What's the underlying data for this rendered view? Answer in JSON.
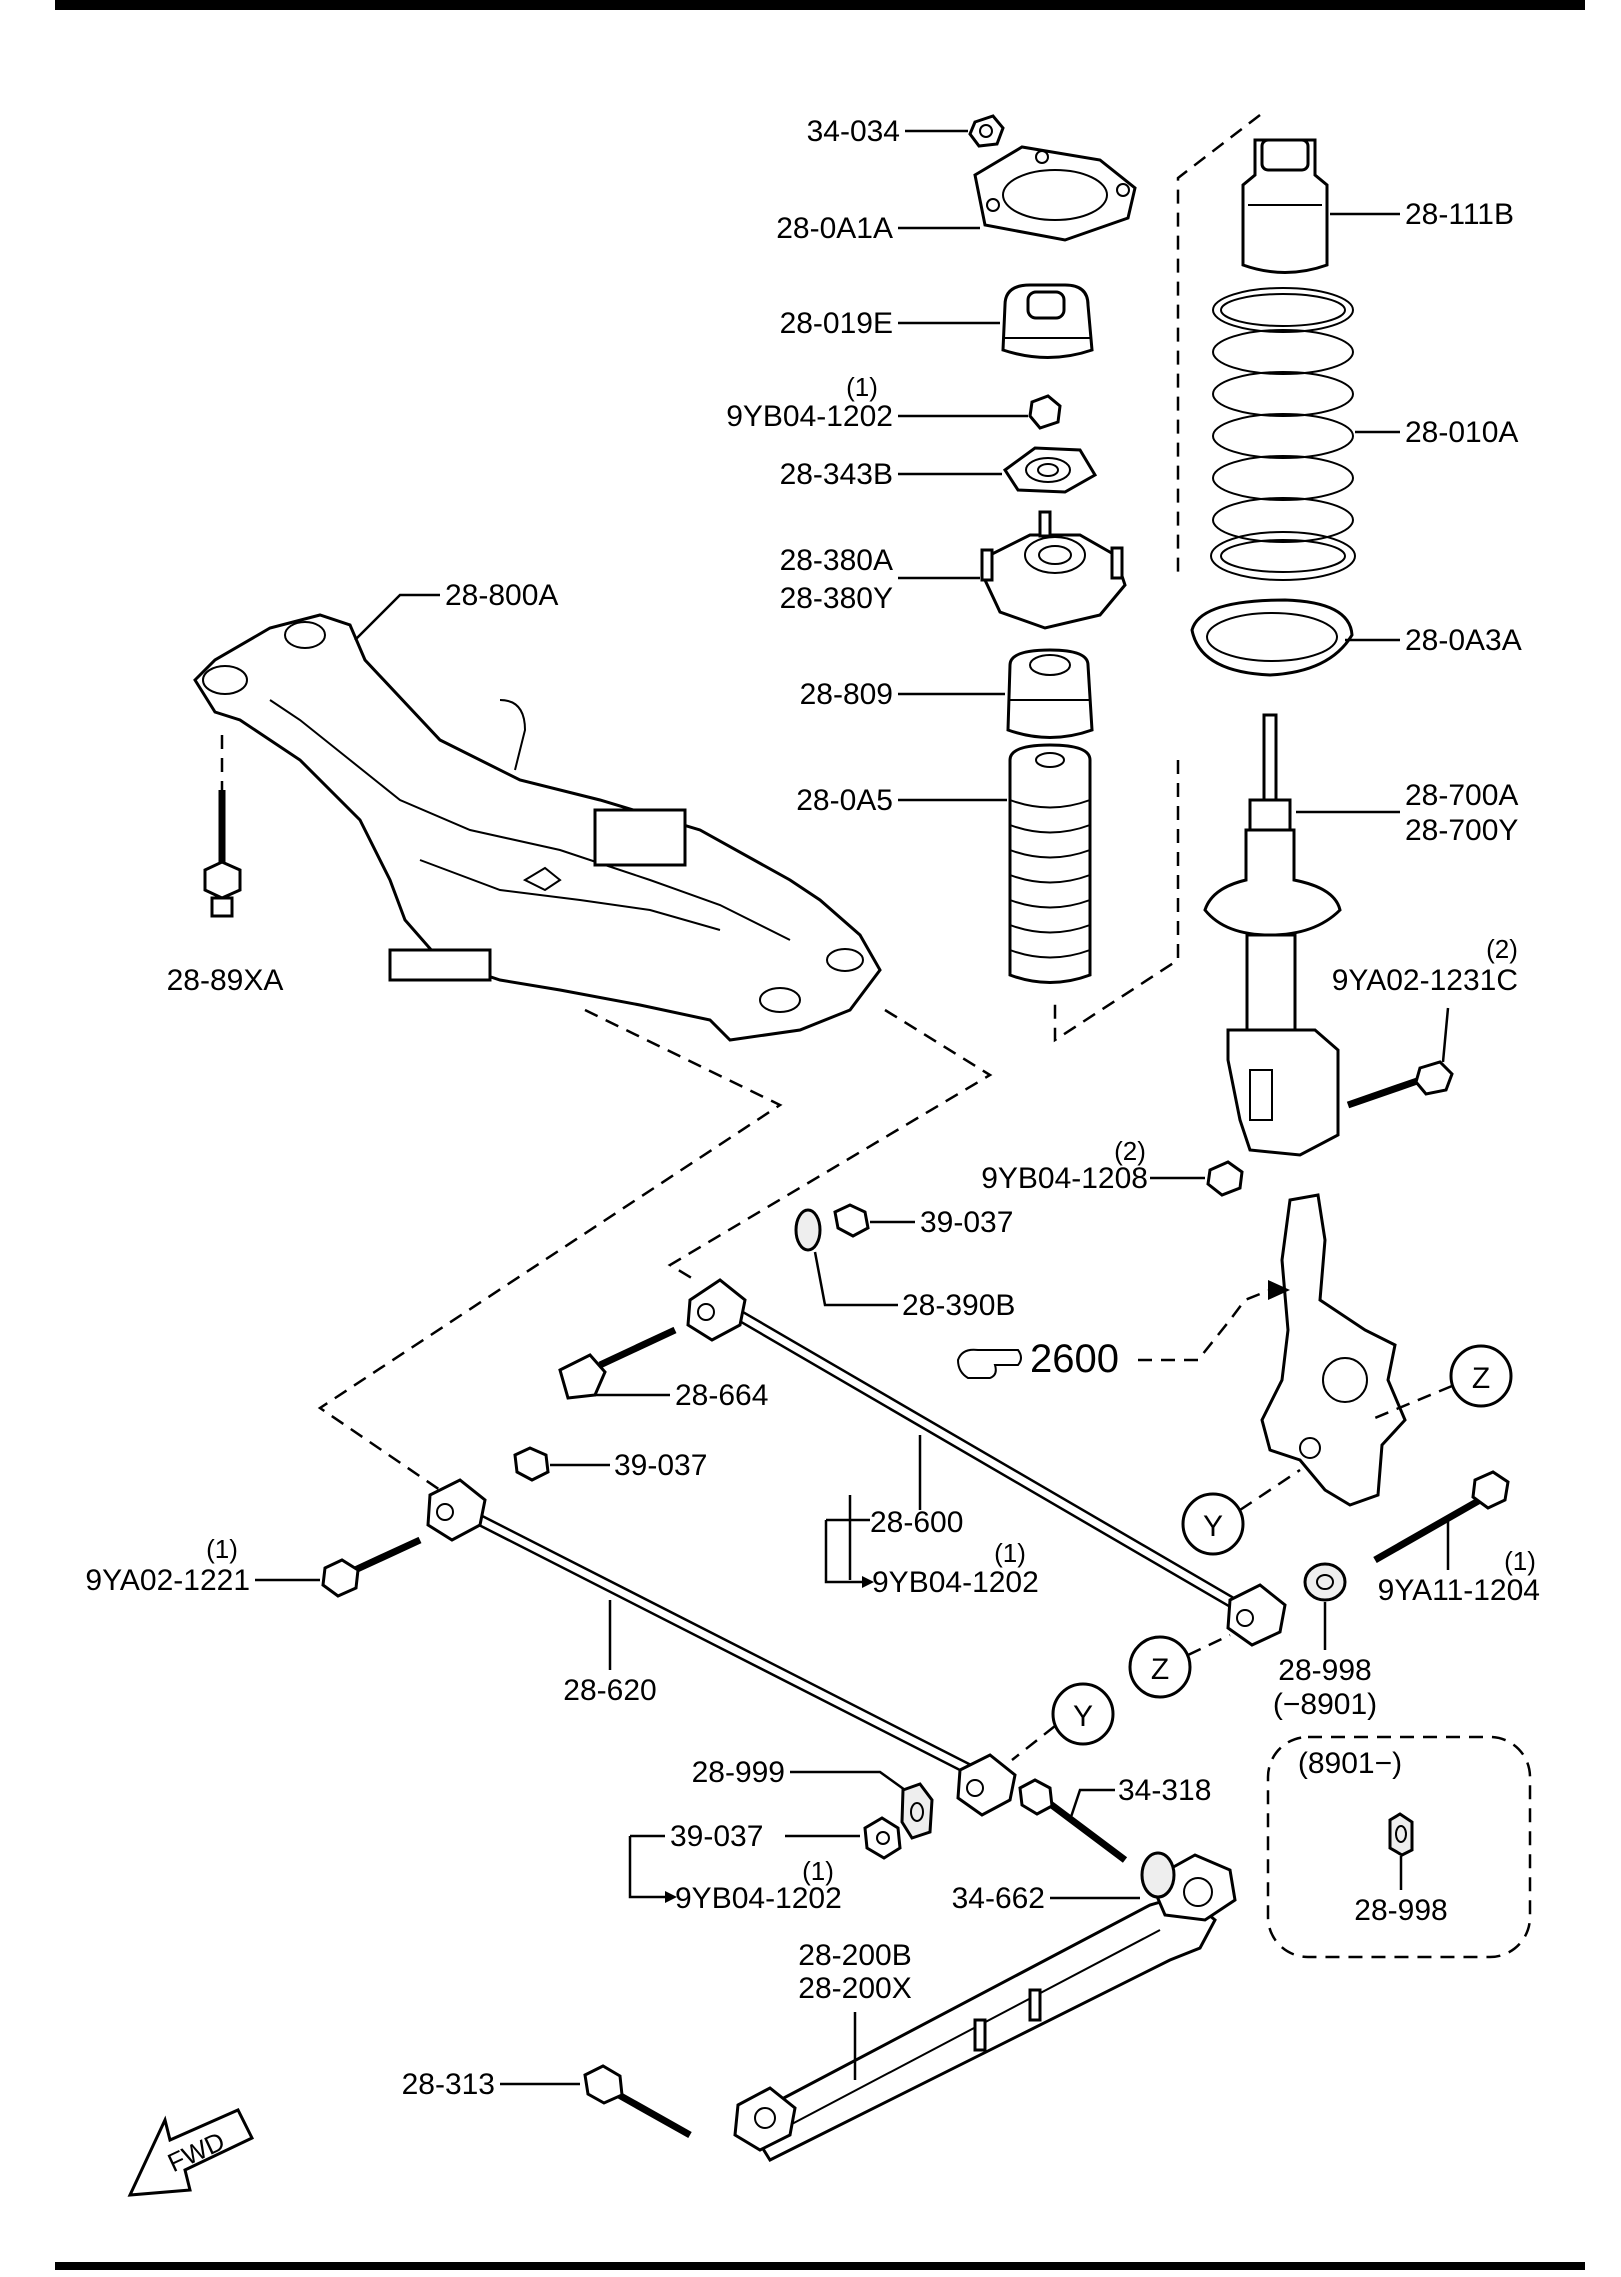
{
  "labels": {
    "p34_034": "34-034",
    "p28_0A1A": "28-0A1A",
    "p28_111B": "28-111B",
    "p28_019E": "28-019E",
    "p9YB04_1202_a_qty": "(1)",
    "p9YB04_1202_a": "9YB04-1202",
    "p28_010A": "28-010A",
    "p28_343B": "28-343B",
    "p28_380A": "28-380A",
    "p28_380Y": "28-380Y",
    "p28_800A": "28-800A",
    "p28_0A3A": "28-0A3A",
    "p28_809": "28-809",
    "p28_0A5": "28-0A5",
    "p28_700A": "28-700A",
    "p28_700Y": "28-700Y",
    "p28_89XA": "28-89XA",
    "p9YA02_1231C_qty": "(2)",
    "p9YA02_1231C": "9YA02-1231C",
    "p9YB04_1208_qty": "(2)",
    "p9YB04_1208": "9YB04-1208",
    "p39_037_a": "39-037",
    "p28_390B": "28-390B",
    "p2600": "2600",
    "p28_664": "28-664",
    "z_a": "Z",
    "p39_037_b": "39-037",
    "y_a": "Y",
    "p28_600": "28-600",
    "p9YB04_1202_b_qty": "(1)",
    "p9YB04_1202_b": "9YB04-1202",
    "p9YA02_1221_qty": "(1)",
    "p9YA02_1221": "9YA02-1221",
    "p9YA11_1204_qty": "(1)",
    "p9YA11_1204": "9YA11-1204",
    "p28_620": "28-620",
    "z_b": "Z",
    "p28_998": "28-998",
    "p28_998_range": "(−8901)",
    "y_b": "Y",
    "p28_999": "28-999",
    "p34_318": "34-318",
    "p8901_range": "(8901−)",
    "p39_037_c": "39-037",
    "p9YB04_1202_c_qty": "(1)",
    "p9YB04_1202_c": "9YB04-1202",
    "p34_662": "34-662",
    "p28_998_b": "28-998",
    "p28_200B": "28-200B",
    "p28_200X": "28-200X",
    "p28_313": "28-313",
    "fwd": "FWD"
  }
}
